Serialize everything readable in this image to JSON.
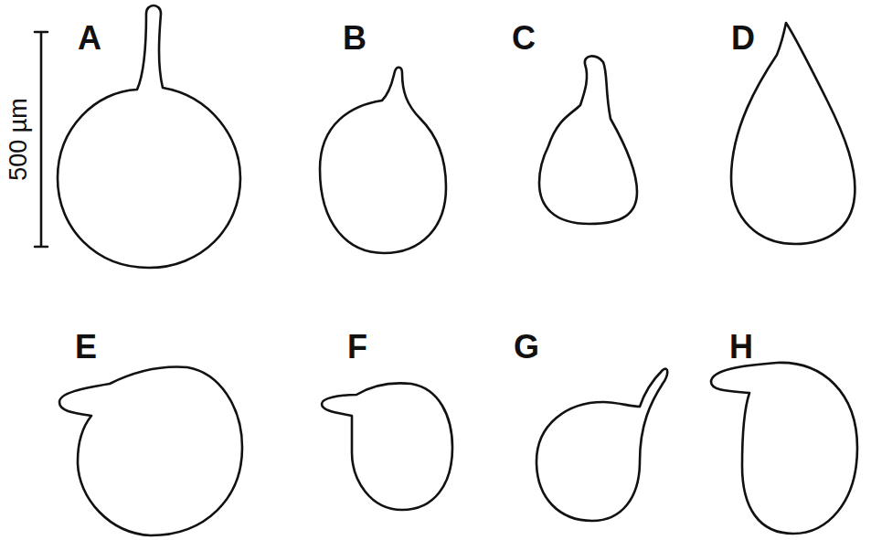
{
  "diagram": {
    "labels": [
      "A",
      "B",
      "C",
      "D",
      "E",
      "F",
      "G",
      "H",
      "500 µm"
    ]
  }
}
